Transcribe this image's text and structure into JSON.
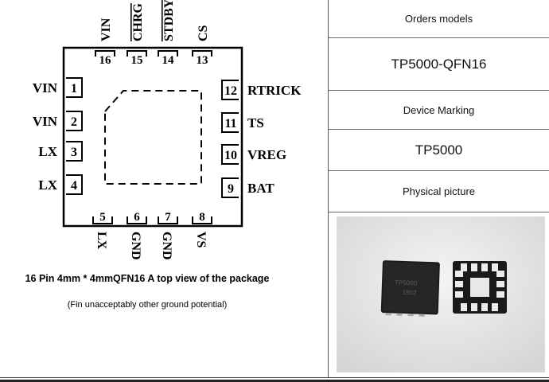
{
  "diagram": {
    "top_pins": [
      {
        "num": "16",
        "label": "VIN",
        "overline": false
      },
      {
        "num": "15",
        "label": "CHRG",
        "overline": true
      },
      {
        "num": "14",
        "label": "STDBY",
        "overline": true
      },
      {
        "num": "13",
        "label": "CS",
        "overline": false
      }
    ],
    "left_pins": [
      {
        "num": "1",
        "label": "VIN"
      },
      {
        "num": "2",
        "label": "VIN"
      },
      {
        "num": "3",
        "label": "LX"
      },
      {
        "num": "4",
        "label": "LX"
      }
    ],
    "right_pins": [
      {
        "num": "12",
        "label": "RTRICK"
      },
      {
        "num": "11",
        "label": "TS"
      },
      {
        "num": "10",
        "label": "VREG"
      },
      {
        "num": "9",
        "label": "BAT"
      }
    ],
    "bottom_pins": [
      {
        "num": "5",
        "label": "LX"
      },
      {
        "num": "6",
        "label": "GND"
      },
      {
        "num": "7",
        "label": "GND"
      },
      {
        "num": "8",
        "label": "VS"
      }
    ],
    "caption_main": "16 Pin 4mm * 4mmQFN16 A top view of the package",
    "caption_sub": "(Fin unacceptably other ground potential)"
  },
  "table": {
    "orders_header": "Orders models",
    "orders_value": "TP5000-QFN16",
    "marking_header": "Device Marking",
    "marking_value": "TP5000",
    "picture_header": "Physical picture"
  },
  "photo": {
    "chip_marking_line1": "TP5000",
    "chip_marking_line2": "1902"
  }
}
